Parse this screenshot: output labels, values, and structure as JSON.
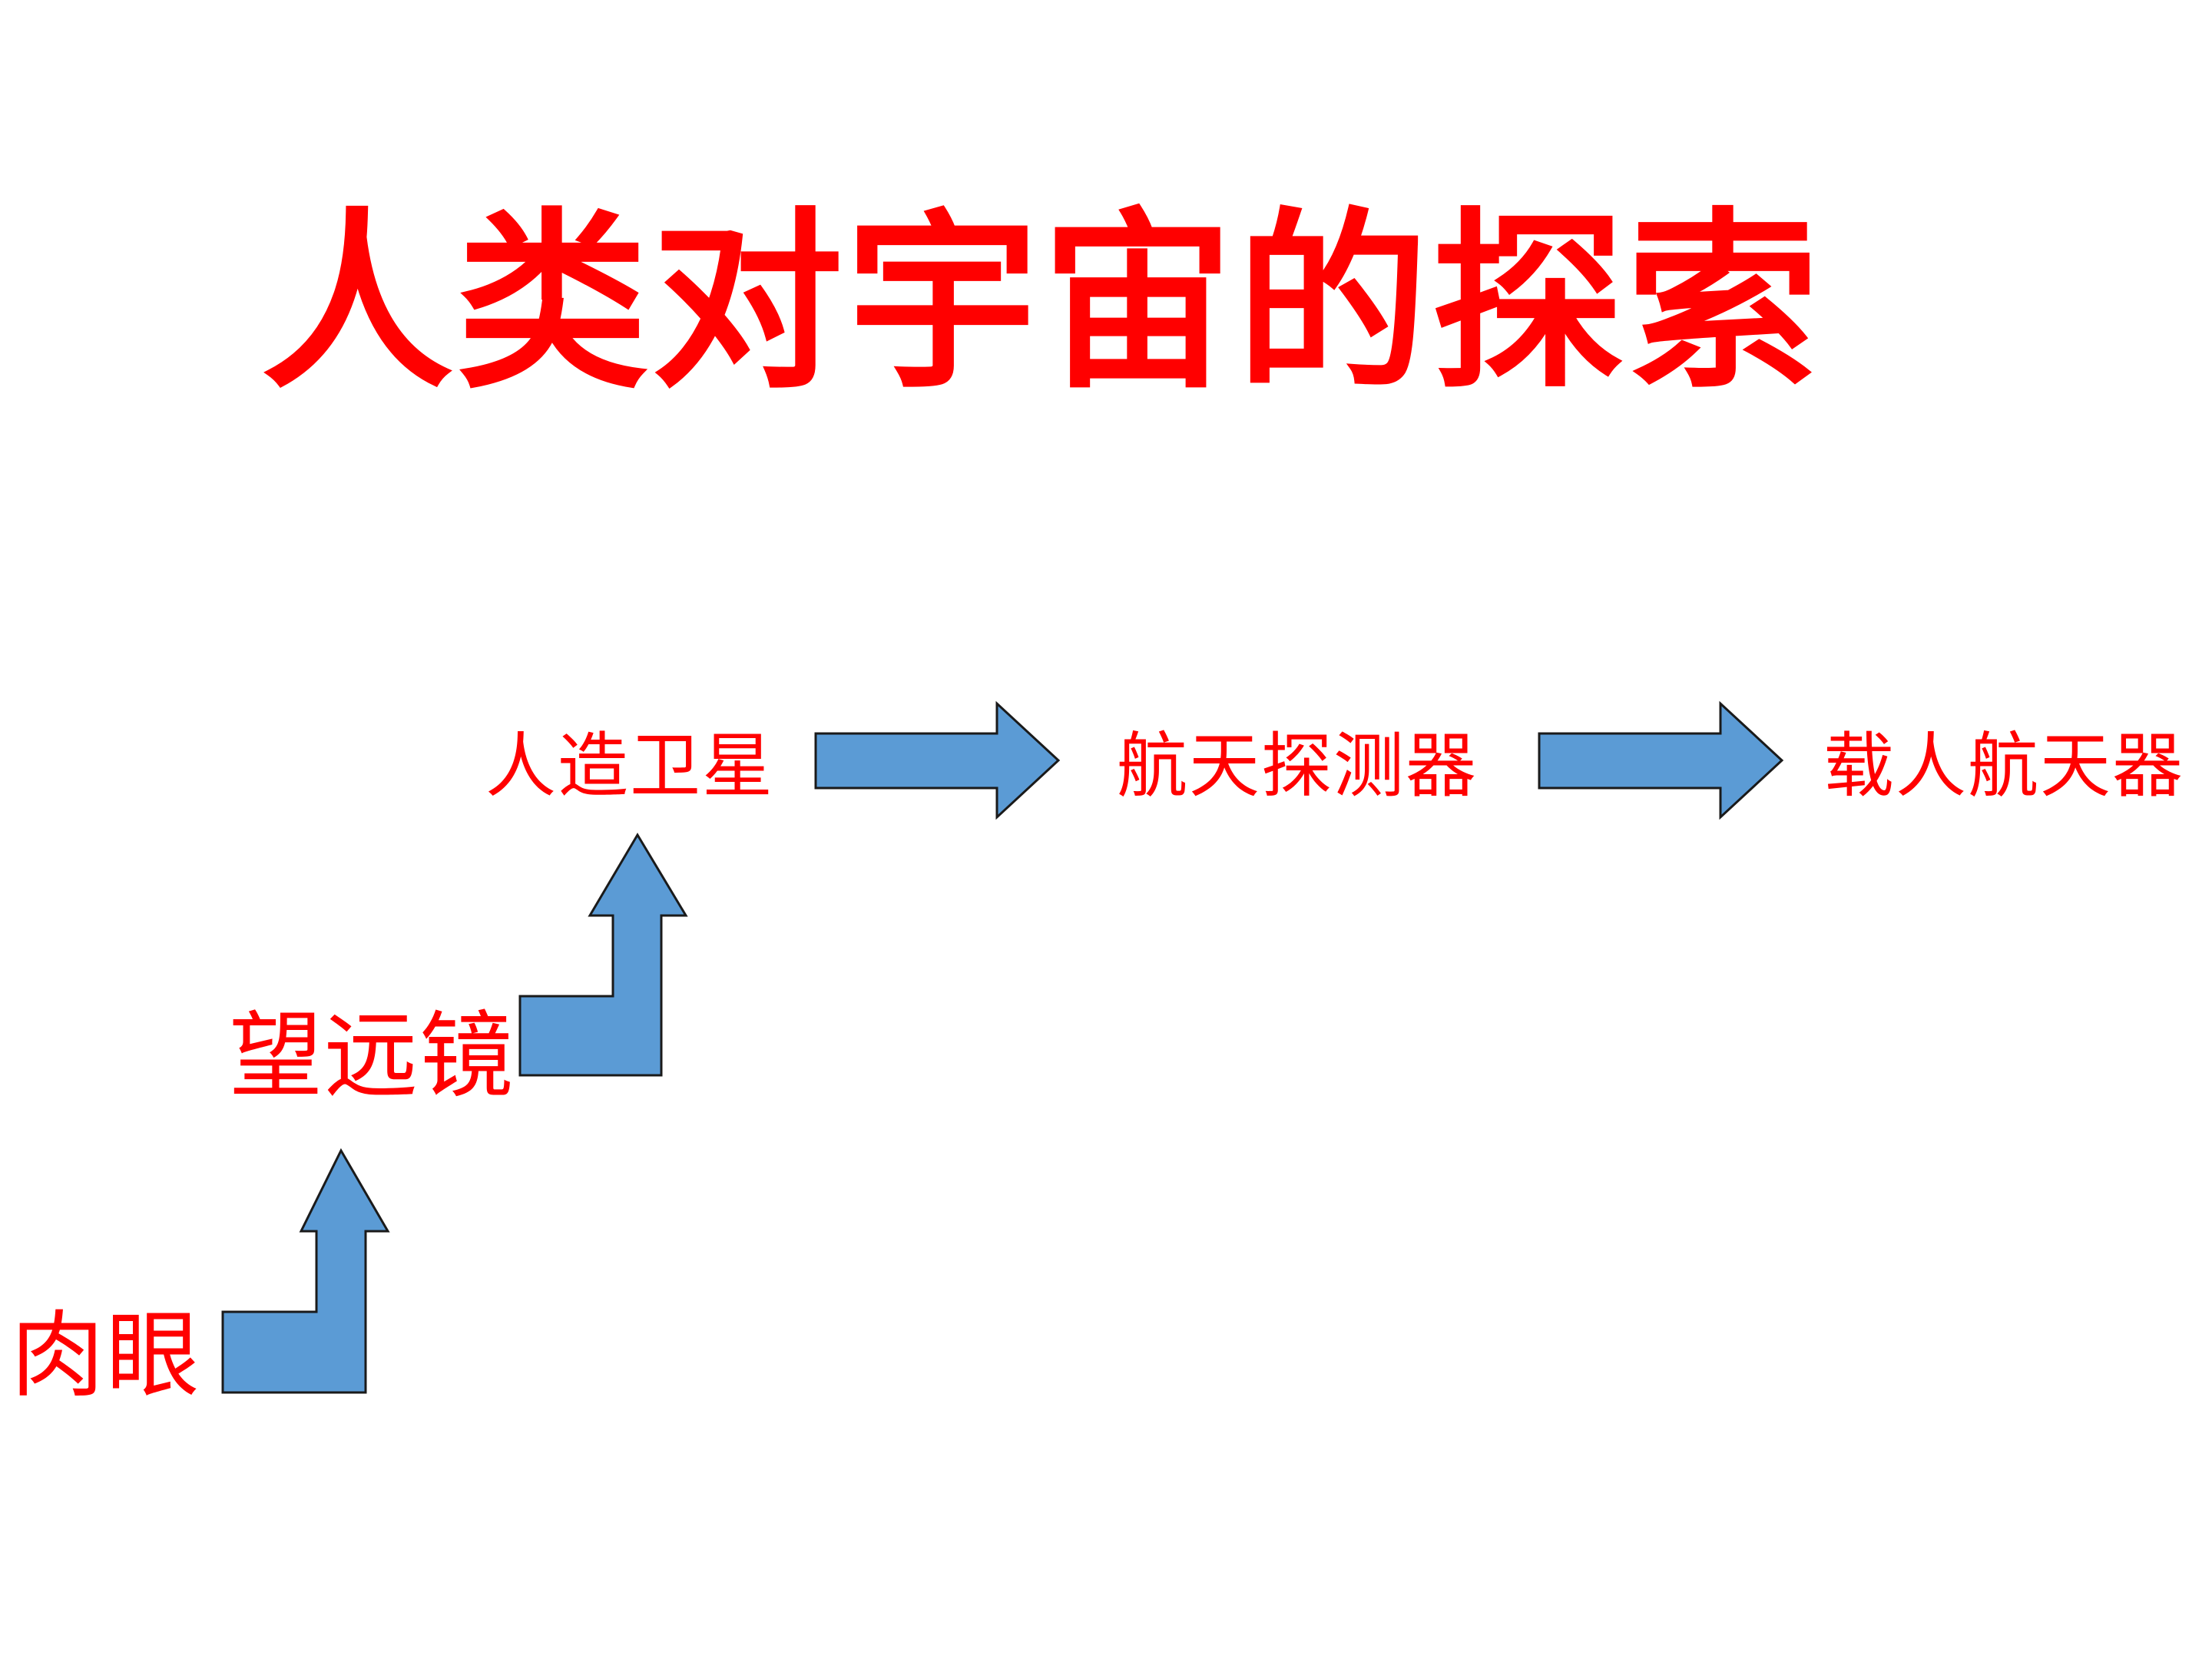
{
  "title": "人类对宇宙的探索",
  "stages": {
    "naked_eye": "肉眼",
    "telescope": "望远镜",
    "satellite": "人造卫星",
    "space_probe": "航天探测器",
    "crewed_spacecraft": "载人航天器"
  },
  "colors": {
    "text": "#ff0000",
    "arrow_fill": "#5b9bd5",
    "arrow_stroke": "#1a1a1a",
    "background": "#ffffff"
  }
}
